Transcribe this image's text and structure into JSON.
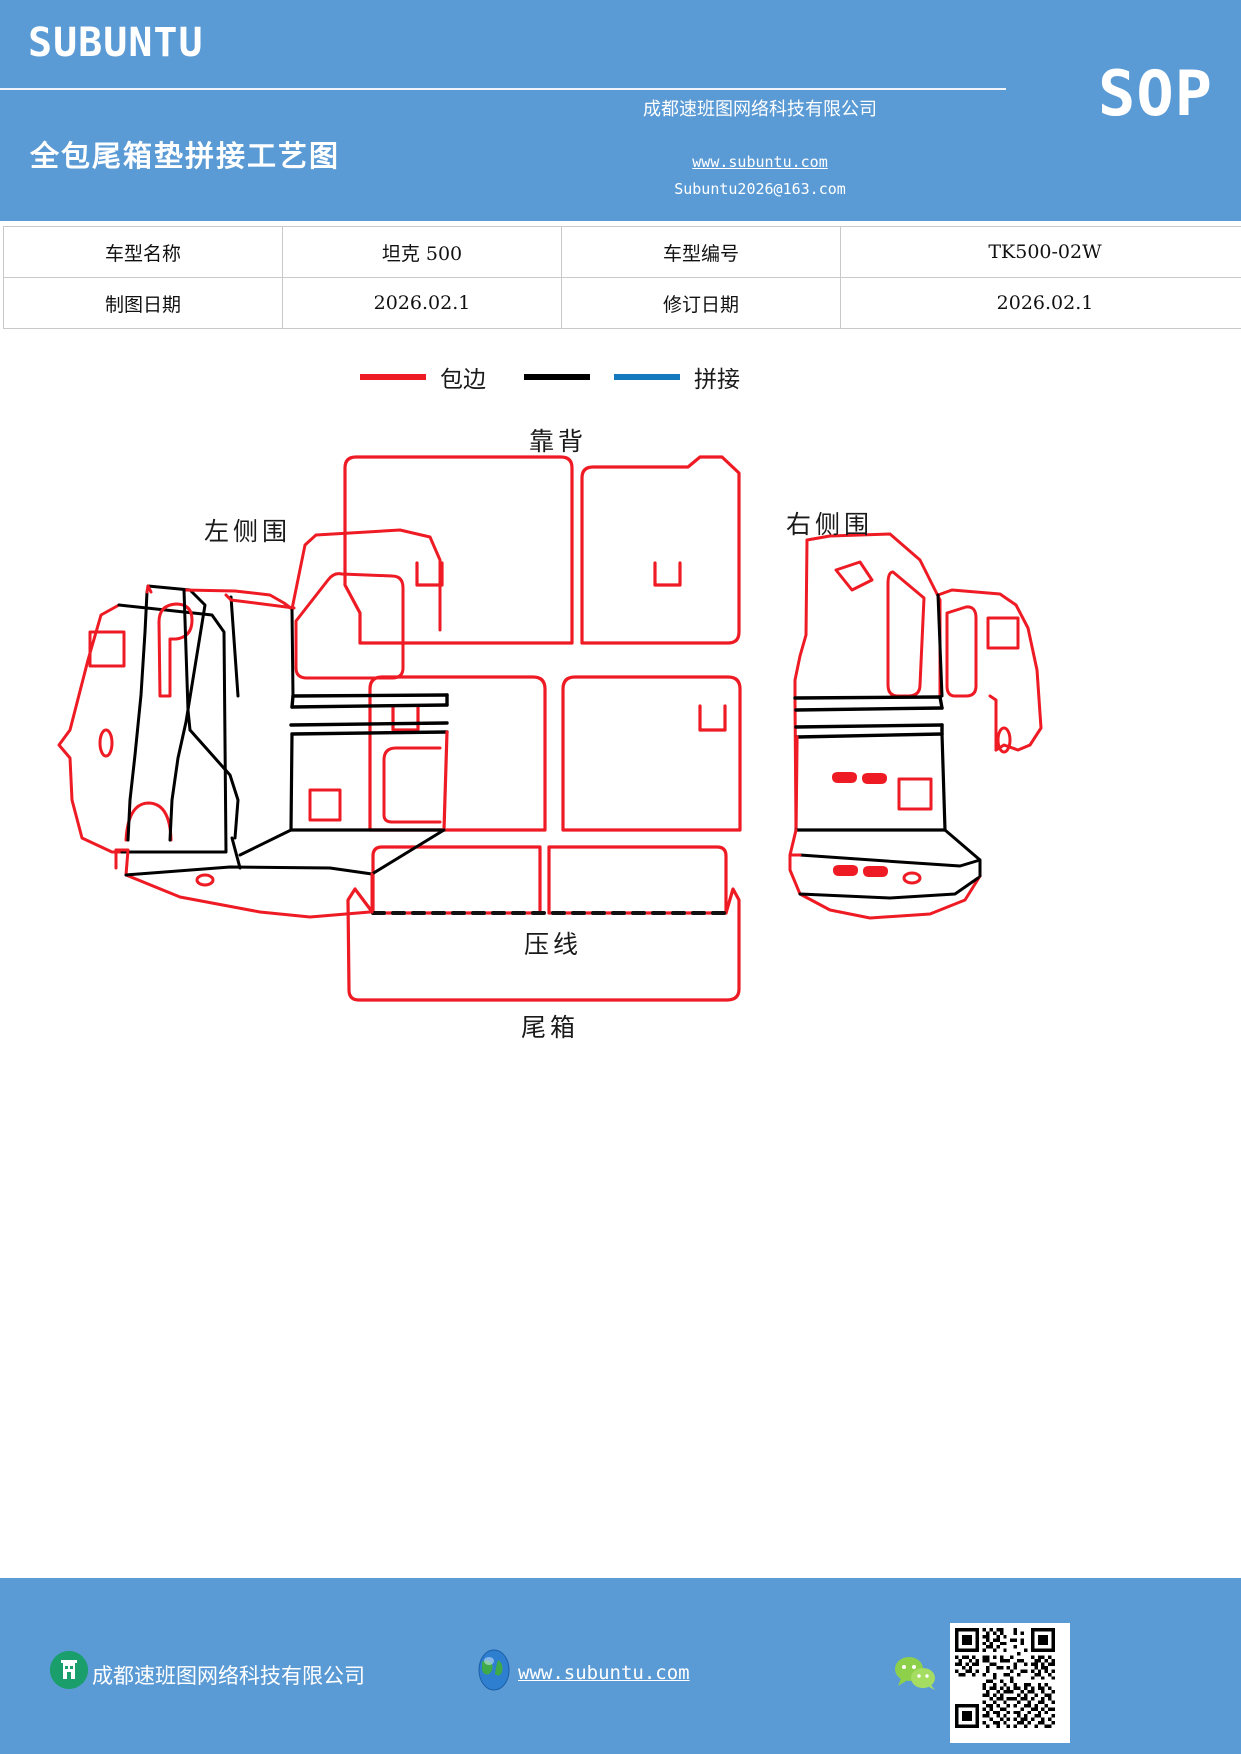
{
  "header": {
    "brand": "SUBUNTU",
    "doc_title": "全包尾箱垫拼接工艺图",
    "sop_badge": "SOP",
    "company_cn": "成都速班图网络科技有限公司",
    "website": "www.subuntu.com",
    "email": "Subuntu2026@163.com",
    "bg_color": "#5B9BD5"
  },
  "info_table": {
    "rows": [
      {
        "label1": "车型名称",
        "value1": "坦克 500",
        "label2": "车型编号",
        "value2": "TK500-02W"
      },
      {
        "label1": "制图日期",
        "value1": "2026.02.1",
        "label2": "修订日期",
        "value2": "2026.02.1"
      }
    ]
  },
  "legend": {
    "items": [
      {
        "label": "包边",
        "color": "#ee1b24",
        "swatch": "red-line-swatch"
      },
      {
        "label": "拼接",
        "color": "#000000",
        "swatch": "black-line-swatch"
      },
      {
        "label": "拼接",
        "color": "#1579c0",
        "swatch": "blue-line-swatch"
      }
    ],
    "binding_label": "包边",
    "splice_label": "拼接"
  },
  "diagram": {
    "type": "technical-pattern-layout",
    "colors": {
      "binding": "#ee1b24",
      "splice_black": "#000000",
      "splice_blue": "#1579c0",
      "crease": "#000000"
    },
    "labels": {
      "backrest": "靠背",
      "left_side": "左侧围",
      "right_side": "右侧围",
      "crease_line": "压线",
      "trunk": "尾箱"
    },
    "parts": [
      {
        "name": "靠背",
        "position": "top-center",
        "count": 2
      },
      {
        "name": "左侧围",
        "position": "left",
        "count": 1
      },
      {
        "name": "右侧围",
        "position": "right",
        "count": 1
      },
      {
        "name": "尾箱",
        "position": "bottom-center",
        "count": 1
      },
      {
        "name": "压线",
        "position": "bottom-center-dashed",
        "count": 1
      }
    ]
  },
  "footer": {
    "company_cn": "成都速班图网络科技有限公司",
    "website": "www.subuntu.com",
    "bg_color": "#5B9BD5",
    "icons": {
      "building": "building-icon",
      "globe": "globe-icon",
      "wechat": "wechat-icon",
      "qr": "qr-code-icon"
    }
  }
}
